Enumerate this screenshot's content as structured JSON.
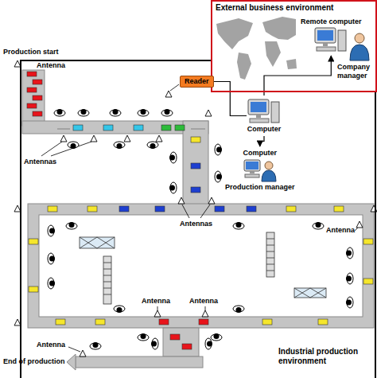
{
  "diagram": {
    "nodes": [
      {
        "text": [
          "External business environment"
        ]
      },
      {
        "text": [
          "Remote computer"
        ],
        "in": 0
      },
      {
        "text": [
          "Industrial production environment"
        ]
      },
      {
        "text": [
          "Reader"
        ],
        "in": 2
      },
      {
        "text": [
          "Computer"
        ],
        "in": 2
      },
      {
        "text": [
          "Computer",
          "Production manager"
        ],
        "in": 2
      }
    ],
    "edges": [
      {
        "from": 3,
        "to": 4,
        "arrow": "none"
      },
      {
        "from": 4,
        "to": 1,
        "arrow": "to"
      },
      {
        "from": 4,
        "to": 5,
        "arrow": "to"
      }
    ],
    "labels": [
      "Production start",
      "Antenna",
      "Antennas",
      "Antennas",
      "Antenna",
      "Antenna",
      "Antenna",
      "Antenna",
      "End of production",
      "Company manager"
    ]
  }
}
